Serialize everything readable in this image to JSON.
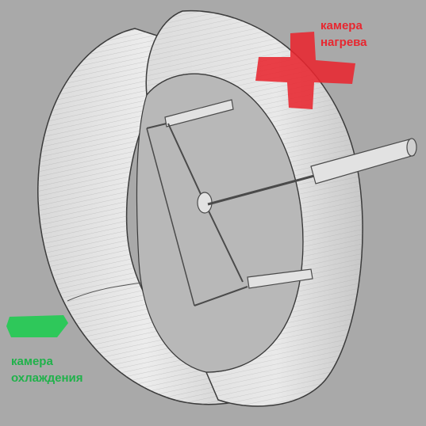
{
  "labels": {
    "heating_chamber": [
      "камера",
      "нагрева"
    ],
    "cooling_chamber": [
      "камера",
      "охлаждения"
    ]
  },
  "colors": {
    "background": "#a9a9a9",
    "heating": "#e8262f",
    "cooling": "#2ec85a",
    "heating_label": "#e8262f",
    "cooling_label": "#1fb24a"
  },
  "icons": {
    "heating_marker": "red-plus-shape",
    "cooling_marker": "green-pentagon-shape"
  }
}
